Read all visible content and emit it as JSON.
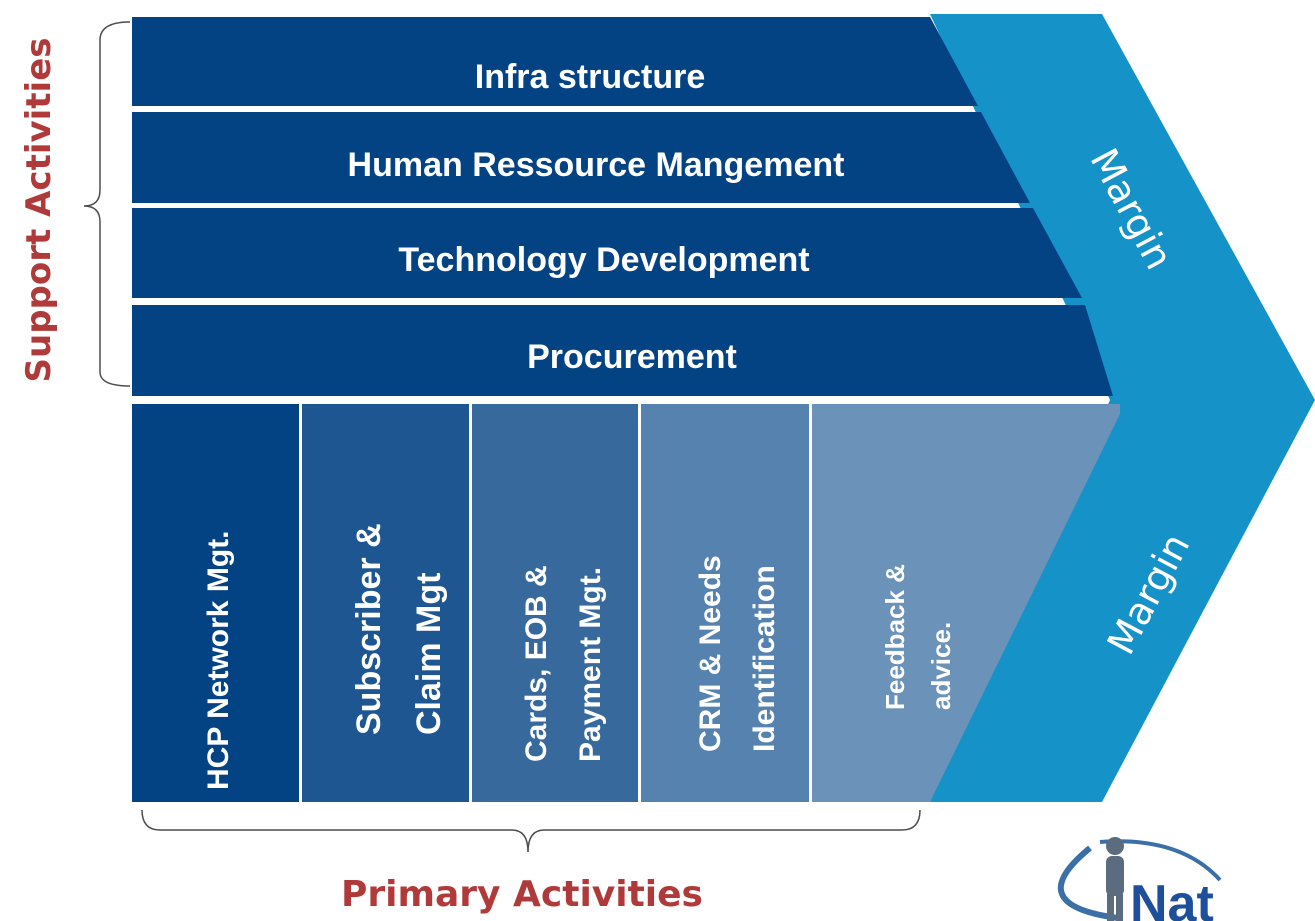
{
  "support": {
    "heading": "Support Activities",
    "rows": [
      {
        "label": "Infra structure"
      },
      {
        "label": "Human Ressource Mangement"
      },
      {
        "label": "Technology Development"
      },
      {
        "label": "Procurement"
      }
    ]
  },
  "primary": {
    "heading": "Primary Activities",
    "columns": [
      {
        "line1": "HCP Network Mgt.",
        "line2": ""
      },
      {
        "line1": "Subscriber &",
        "line2": "Claim Mgt"
      },
      {
        "line1": "Cards, EOB &",
        "line2": "Payment Mgt."
      },
      {
        "line1": "CRM & Needs",
        "line2": "Identification"
      },
      {
        "line1": "Feedback &",
        "line2": "advice."
      }
    ]
  },
  "margin": {
    "upper": "Margin",
    "lower": "Margin"
  },
  "logo": {
    "text": "Nat"
  },
  "colors": {
    "support_row": "#034383",
    "arrow": "#1592c8",
    "primary_cols": [
      "#034383",
      "#1d5690",
      "#37699c",
      "#5582ae",
      "#6b92b8"
    ],
    "heading_red": "#b03a3a"
  }
}
